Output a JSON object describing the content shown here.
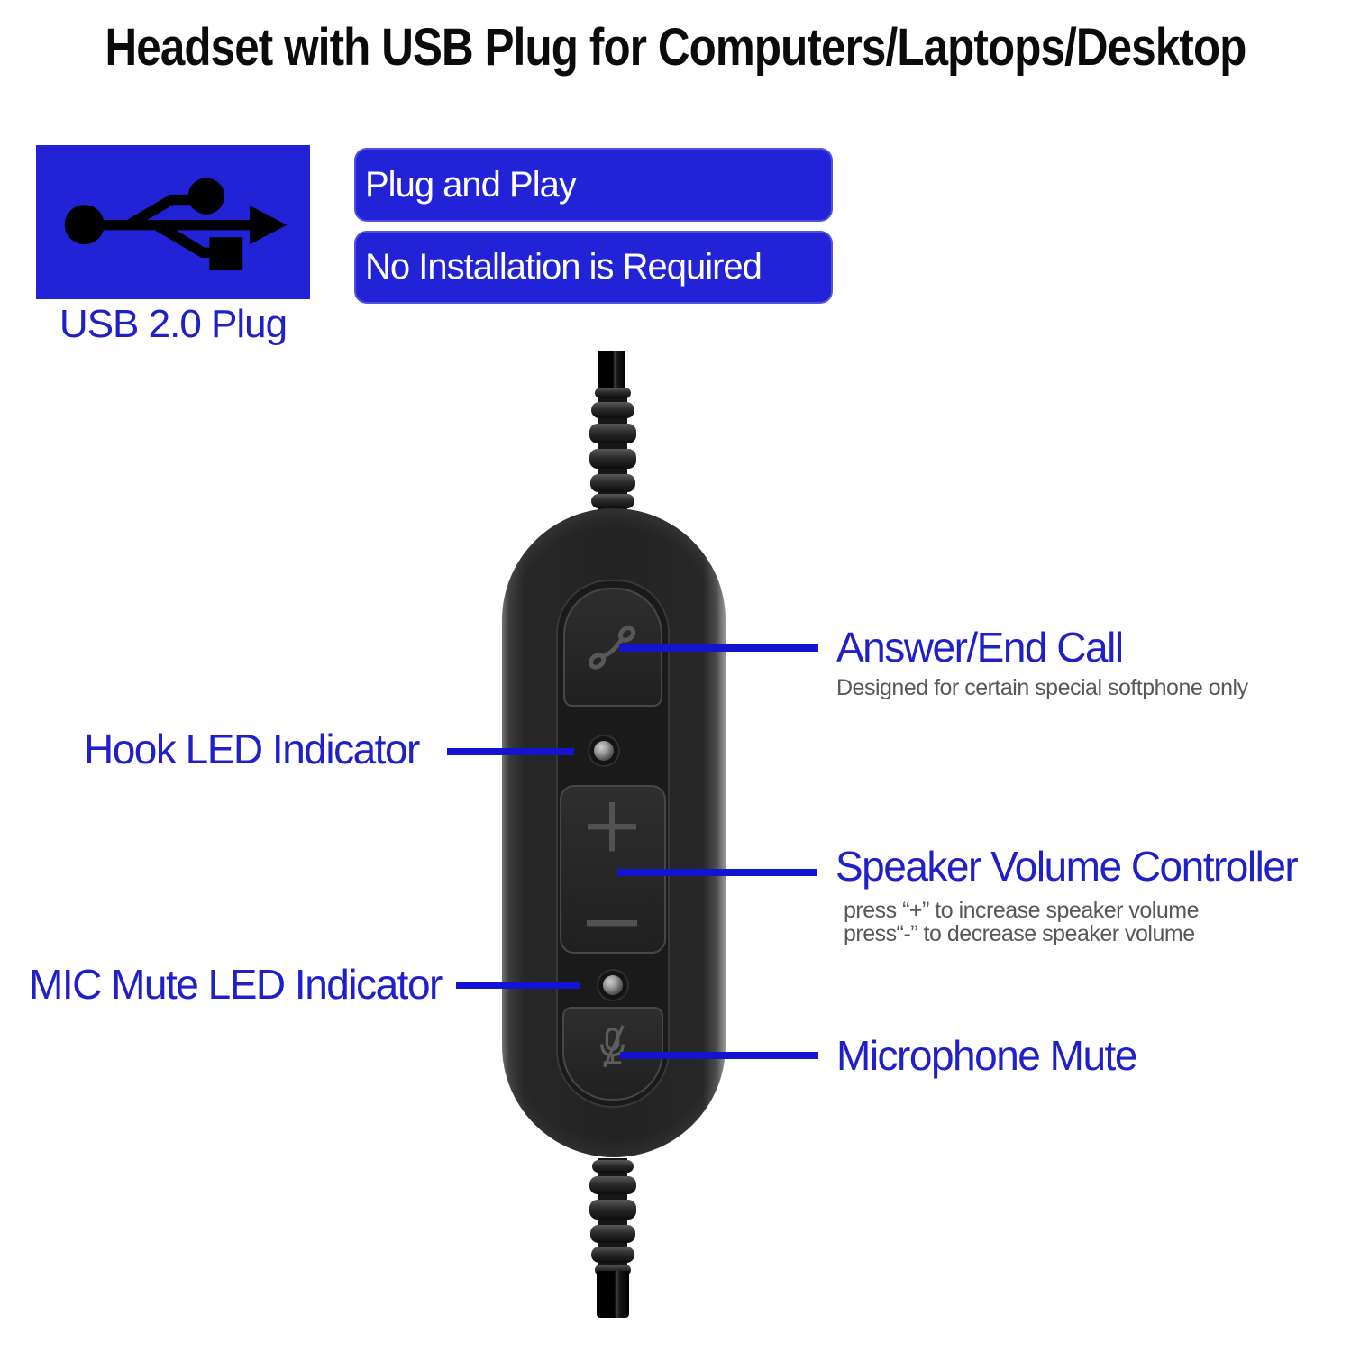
{
  "title": "Headset with USB Plug for Computers/Laptops/Desktop",
  "usb": {
    "icon": "usb-trident-icon",
    "label": "USB 2.0 Plug"
  },
  "badges": [
    {
      "label": "Plug and Play"
    },
    {
      "label": "No Installation is Required"
    }
  ],
  "callouts": {
    "answer": {
      "label": "Answer/End Call",
      "note": "Designed for certain special softphone only"
    },
    "hook_led": {
      "label": "Hook LED Indicator"
    },
    "volume": {
      "label": "Speaker Volume Controller",
      "note_increase": "press “+” to increase speaker volume",
      "note_decrease": "press“-” to decrease speaker volume"
    },
    "mic_led": {
      "label": "MIC Mute LED Indicator"
    },
    "mic_mute": {
      "label": "Microphone Mute"
    }
  },
  "device": {
    "buttons": [
      "answer-end-call-button",
      "volume-rocker",
      "mic-mute-button"
    ],
    "button_icons": [
      "phone-handset-icon",
      "plus-icon",
      "minus-icon",
      "mic-slash-icon"
    ],
    "leds": [
      "hook-led",
      "mic-mute-led"
    ]
  },
  "colors": {
    "accent_blue_box": "#2222d6",
    "label_blue": "#2020c8",
    "line_blue": "#1414d0",
    "note_gray": "#57575a",
    "badge_text": "#ffffff"
  }
}
